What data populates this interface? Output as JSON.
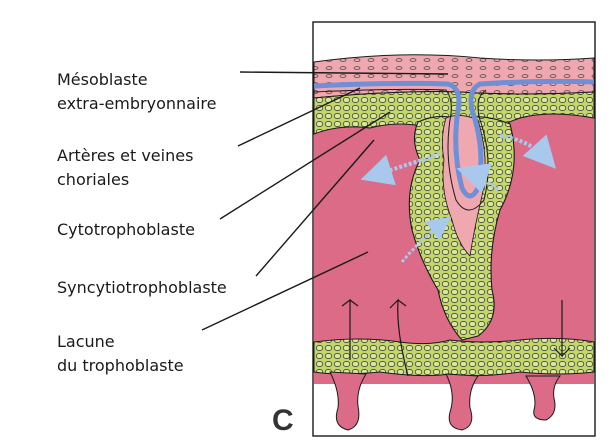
{
  "labels": {
    "mesoblaste_line1": "Mésoblaste",
    "mesoblaste_line2": "extra-embryonnaire",
    "arteres_line1": "Artères et veines",
    "arteres_line2": "choriales",
    "cytotrophoblaste": "Cytotrophoblaste",
    "syncytiotrophoblaste": "Syncytiotrophoblaste",
    "lacune_line1": "Lacune",
    "lacune_line2": "du trophoblaste"
  },
  "panel_letter": "C",
  "colors": {
    "syncytium_pink": "#db6b87",
    "cytotrophoblast_green": "#c2d66b",
    "mesoderm_pink": "#f0a8b0",
    "vessel_blue": "#6f8fd6",
    "arrow_blue": "#a9c8ee",
    "outline": "#1a1a1a"
  }
}
